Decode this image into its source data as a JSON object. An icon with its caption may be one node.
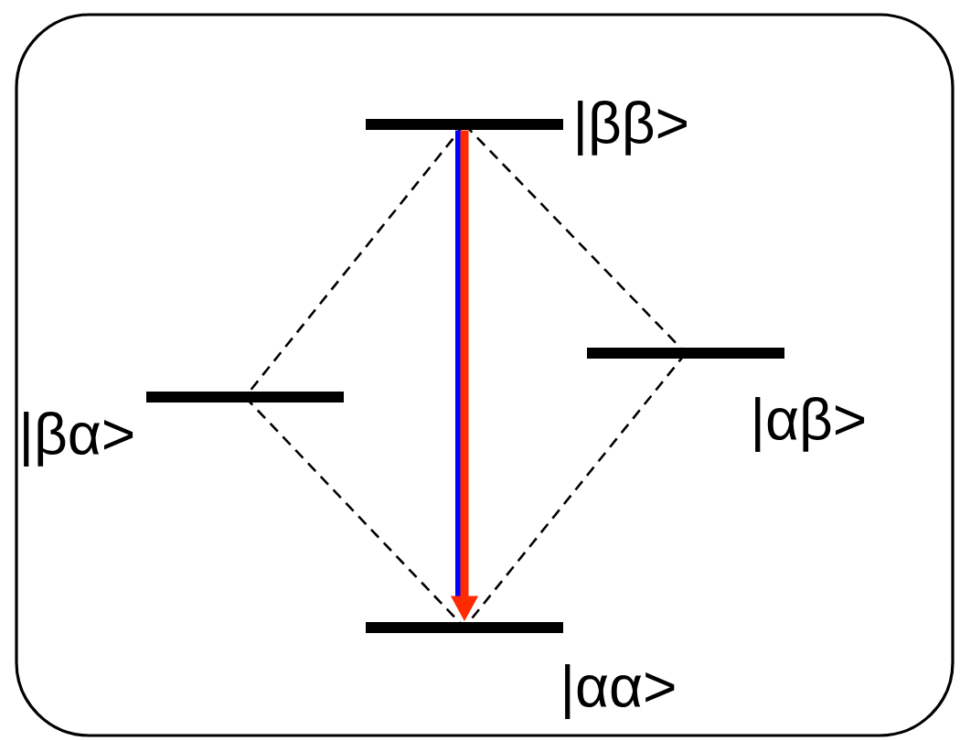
{
  "diagram": {
    "nodes": [
      {
        "text": [
          "|ββ>"
        ]
      },
      {
        "text": [
          "|βα>"
        ]
      },
      {
        "text": [
          "|αβ>"
        ]
      },
      {
        "text": [
          "|αα>"
        ]
      }
    ],
    "edges": [
      {
        "from": 0,
        "to": 1,
        "arrow": "none",
        "style": "dashed"
      },
      {
        "from": 0,
        "to": 2,
        "arrow": "none",
        "style": "dashed"
      },
      {
        "from": 1,
        "to": 3,
        "arrow": "none",
        "style": "dashed"
      },
      {
        "from": 2,
        "to": 3,
        "arrow": "none",
        "style": "dashed"
      },
      {
        "from": 0,
        "to": 3,
        "arrow": "to",
        "style": "thick",
        "color": "#ff2a00"
      }
    ]
  }
}
